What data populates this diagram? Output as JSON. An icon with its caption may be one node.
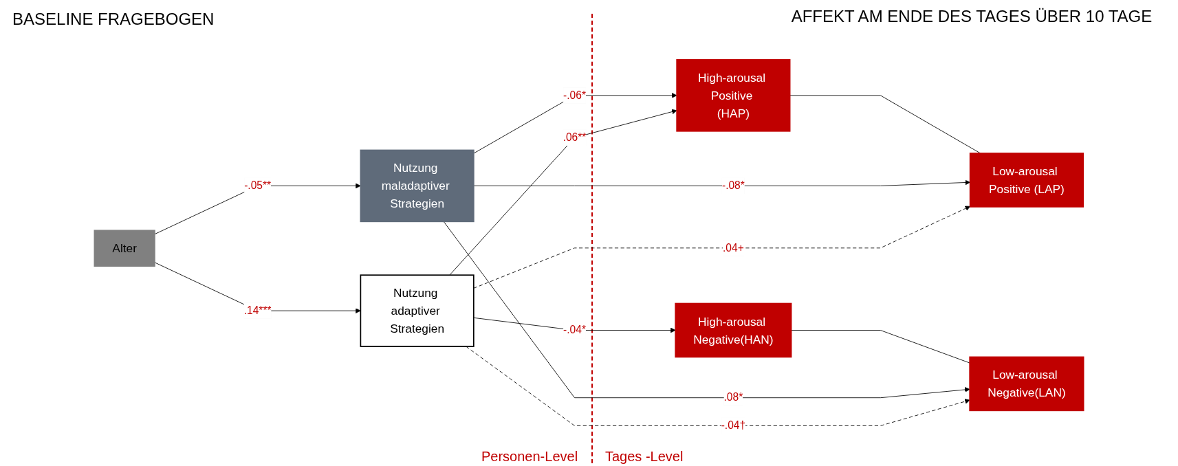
{
  "diagram": {
    "nodes": [
      {
        "text": [
          "Alter"
        ]
      },
      {
        "text": [
          "Nutzung adaptiver Strategien"
        ]
      },
      {
        "text": [
          "Nutzung maladaptiver Strategien"
        ]
      },
      {
        "text": [
          "High-arousal Positive (HAP)"
        ]
      },
      {
        "text": [
          "Low-arousal Positive (LAP)"
        ]
      },
      {
        "text": [
          "High-arousal Negative(HAN)"
        ]
      },
      {
        "text": [
          "Low-arousal Negative(LAN)"
        ]
      }
    ],
    "edges": [
      {
        "from": 0,
        "to": 1,
        "arrow": "to",
        "label": ".14***"
      },
      {
        "from": 0,
        "to": 2,
        "arrow": "to",
        "label": "-.05**"
      },
      {
        "from": 1,
        "to": 3,
        "arrow": "to",
        "label": ".06**"
      },
      {
        "from": 1,
        "to": 4,
        "arrow": "to",
        "label": ".04+",
        "style": "dashed"
      },
      {
        "from": 1,
        "to": 5,
        "arrow": "to",
        "label": "-.04*"
      },
      {
        "from": 1,
        "to": 6,
        "arrow": "to",
        "label": "-.04†",
        "style": "dashed"
      },
      {
        "from": 2,
        "to": 3,
        "arrow": "to",
        "label": "-.06*"
      },
      {
        "from": 2,
        "to": 4,
        "arrow": "to",
        "label": "-.08*"
      },
      {
        "from": 2,
        "to": 6,
        "arrow": "to",
        "label": ".08*"
      },
      {
        "from": 3,
        "to": 4,
        "arrow": "none"
      },
      {
        "from": 5,
        "to": 6,
        "arrow": "none"
      }
    ],
    "labels": [
      "BASELINE FRAGEBOGEN",
      "AFFEKT AM ENDE DES TAGES ÜBER 10 TAGE",
      "Personen-Level",
      "Tages -Level"
    ]
  }
}
